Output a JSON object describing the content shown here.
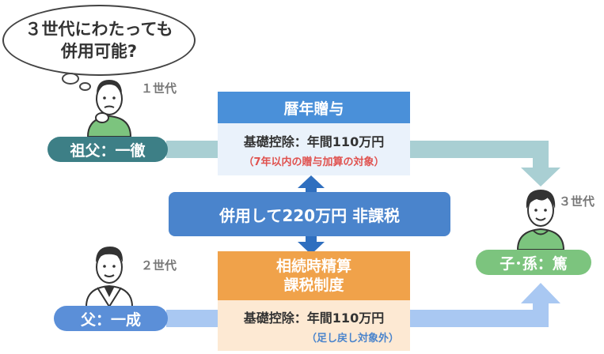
{
  "bubble": {
    "line1": "３世代にわたっても",
    "line2": "併用可能?"
  },
  "people": {
    "grandfather": {
      "generation": "１世代",
      "label": "祖父：一徹"
    },
    "father": {
      "generation": "２世代",
      "label": "父：一成"
    },
    "grandchild": {
      "generation": "３世代",
      "label": "子･孫：篤"
    }
  },
  "calendar_gift": {
    "title": "暦年贈与",
    "deduction": "基礎控除：年間110万円",
    "note": "（7年以内の贈与加算の対象）"
  },
  "combined": {
    "label": "併用して220万円 非課税"
  },
  "settlement": {
    "title_line1": "相続時精算",
    "title_line2": "課税制度",
    "deduction": "基礎控除：年間110万円",
    "note": "（足し戻し対象外）"
  },
  "colors": {
    "teal_pill": "#3d7f86",
    "blue_pill": "#5b8fd8",
    "green_pill": "#7cc47e",
    "gift_header": "#4a90d9",
    "gift_body": "#eaf2fb",
    "settle_header": "#f0a24a",
    "settle_body": "#fde9d3",
    "arrow_teal": "#a9cfd3",
    "arrow_blue": "#a9c8f2",
    "arrow_dark": "#2f6fbf"
  }
}
